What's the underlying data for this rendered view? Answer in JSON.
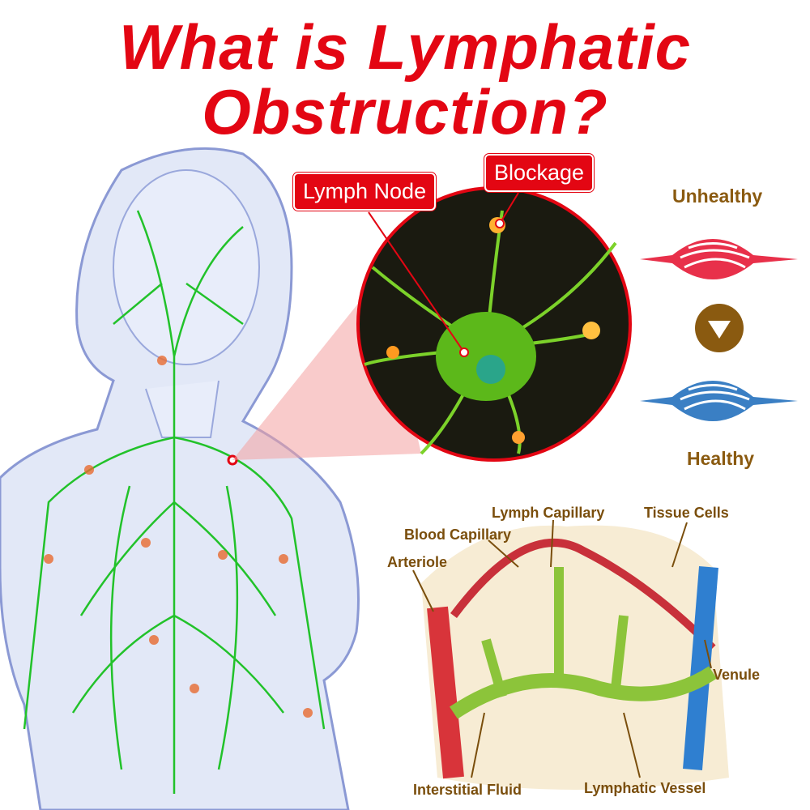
{
  "title": {
    "line1": "What is Lymphatic",
    "line2": "Obstruction?"
  },
  "callouts": {
    "lymph_node": "Lymph Node",
    "blockage": "Blockage"
  },
  "comparison": {
    "unhealthy": "Unhealthy",
    "healthy": "Healthy",
    "arrow_icon": "down-triangle-icon"
  },
  "diagram_labels": {
    "lymph_capillary": "Lymph Capillary",
    "tissue_cells": "Tissue Cells",
    "blood_capillary": "Blood Capillary",
    "arteriole": "Arteriole",
    "venule": "Venule",
    "interstitial_fluid": "Interstitial Fluid",
    "lymphatic_vessel": "Lymphatic Vessel"
  },
  "colors": {
    "title": "#e30613",
    "unhealthy": "#e8304a",
    "healthy": "#3a7fc4",
    "label": "#8a5a10"
  }
}
